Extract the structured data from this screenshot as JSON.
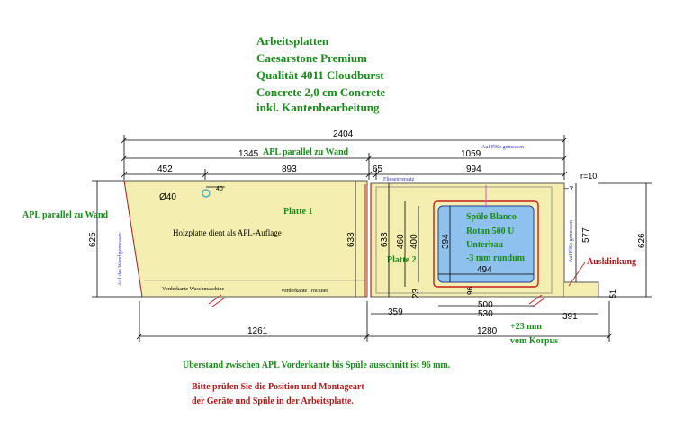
{
  "header": {
    "line1": "Arbeitsplatten",
    "line2": "Caesarstone Premium",
    "line3": "Qualität 4011 Cloudburst",
    "line4": "Concrete 2,0 cm Concrete",
    "line5": "inkl. Kantenbearbeitung"
  },
  "labels": {
    "apl_parallel_wall_top": "APL parallel zu Wand",
    "apl_parallel_wall_left": "APL parallel zu Wand",
    "auf_flsp_top": "Auf FlSp gemessen",
    "auf_flsp_right": "Auf FlSp gemessen",
    "auf_wand_left": "Auf das Wand gemessen",
    "fliesenversatz": "Fliesenversatz",
    "platte1": "Platte 1",
    "platte2": "Platte 2",
    "holzplatte": "Holzplatte dient als APL-Auflage",
    "hole": "Ø40",
    "vk_waschmaschine": "Vorderkante Waschmaschine",
    "vk_trockner": "Vorderkante Trockner",
    "ausklinkung": "Ausklinkung",
    "r10": "r=10",
    "r7": "r=7",
    "plus23": "+23 mm",
    "vom_korpus": "vom Korpus"
  },
  "sink": {
    "line1": "Spüle Blanco",
    "line2": "Rotan 500 U",
    "line3": "Unterbau",
    "line4": "-3 mm rundum"
  },
  "dimensions": {
    "total_top": "2404",
    "d1345": "1345",
    "d1059": "1059",
    "d452": "452",
    "d893": "893",
    "d65": "65",
    "d994": "994",
    "d40": "40",
    "d625": "625",
    "d633a": "633",
    "d633b": "633",
    "d460": "460",
    "d400": "400",
    "d394": "394",
    "d494": "494",
    "d23": "23",
    "d96": "96",
    "d577": "577",
    "d626": "626",
    "d51": "51",
    "d359": "359",
    "d500": "500",
    "d530": "530",
    "d391": "391",
    "d1261": "1261",
    "d1280": "1280"
  },
  "notes": {
    "overhang": "Überstand zwischen APL Vorderkante bis Spüle ausschnitt ist 96 mm.",
    "check1": "Bitte prüfen Sie die Position und Montageart",
    "check2": "der Geräte und Spüle in der Arbeitsplatte."
  },
  "colors": {
    "header_green": "#1a8a1a",
    "note_red": "#b01818",
    "slab_fill": "#f4efb0",
    "sink_fill": "#8fc1ee",
    "cutout_red": "#c41e1e"
  }
}
